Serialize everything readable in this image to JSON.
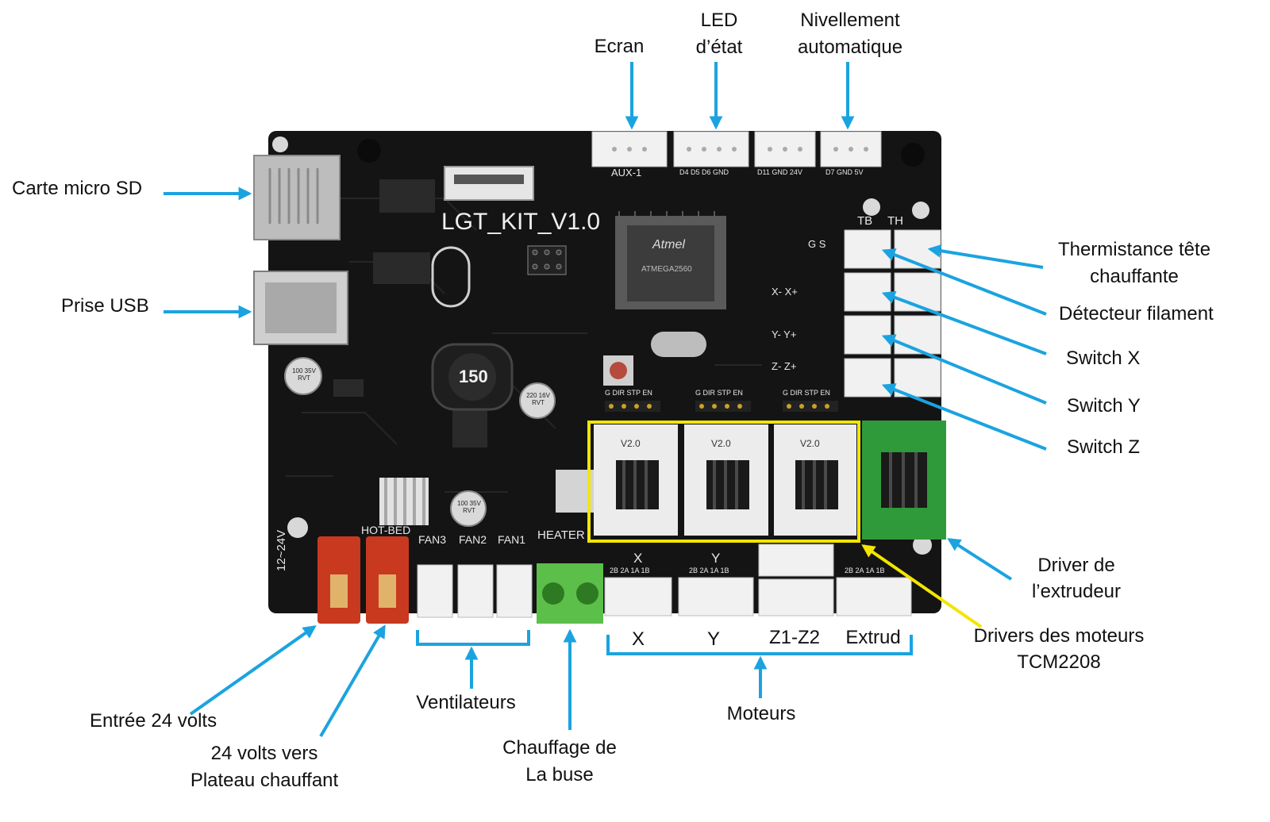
{
  "board": {
    "name": "LGT_KIT_V1.0",
    "chip_brand": "Atmel",
    "chip_text": "ATMEGA2560",
    "connector_texts": {
      "aux": "AUX-1",
      "led": "D4 D5 D6 GND",
      "d11": "D11 GND 24V",
      "d7": "D7 GND 5V",
      "tb": "TB",
      "th": "TH",
      "gs": "G  S",
      "xminus": "X-  X+",
      "yminus": "Y-  Y+",
      "zminus": "Z-  Z+",
      "power": "12~24V",
      "hotbed": "HOT-BED",
      "fan3": "FAN3",
      "fan2": "FAN2",
      "fan1": "FAN1",
      "heater": "HEATER",
      "motor_x": "X",
      "motor_y": "Y",
      "pins": "2B 2A 1A 1B",
      "inductor": "150",
      "cap1": "100 35V RVT",
      "cap2": "220 16V RVT",
      "cap3": "100 35V RVT",
      "driver_ver": "V2.0",
      "dir_label": "G DIR STP EN"
    }
  },
  "labels": {
    "ecran": "Ecran",
    "led_1": "LED",
    "led_2": "d’état",
    "niv_1": "Nivellement",
    "niv_2": "automatique",
    "sd": "Carte micro SD",
    "usb": "Prise USB",
    "therm_1": "Thermistance tête",
    "therm_2": "chauffante",
    "detecteur": "Détecteur filament",
    "switch_x": "Switch X",
    "switch_y": "Switch Y",
    "switch_z": "Switch Z",
    "driver_1": "Driver de",
    "driver_2": "l’extrudeur",
    "drivers_1": "Drivers des moteurs",
    "drivers_2": "TCM2208",
    "entree": "Entrée 24 volts",
    "plateau_1": "24 volts vers",
    "plateau_2": "Plateau chauffant",
    "ventilateurs": "Ventilateurs",
    "chauffage_1": "Chauffage de",
    "chauffage_2": "La buse",
    "moteurs": "Moteurs",
    "mot_x": "X",
    "mot_y": "Y",
    "mot_z": "Z1-Z2",
    "mot_e": "Extrud"
  },
  "colors": {
    "arrow": "#1ba3e0",
    "highlight": "#f2e600",
    "pcb": "#141414",
    "connector": "#f1f1f1",
    "power_plug": "#c8391f",
    "heater_plug": "#5cbf4a",
    "driver_red": "#2f9a3a"
  }
}
